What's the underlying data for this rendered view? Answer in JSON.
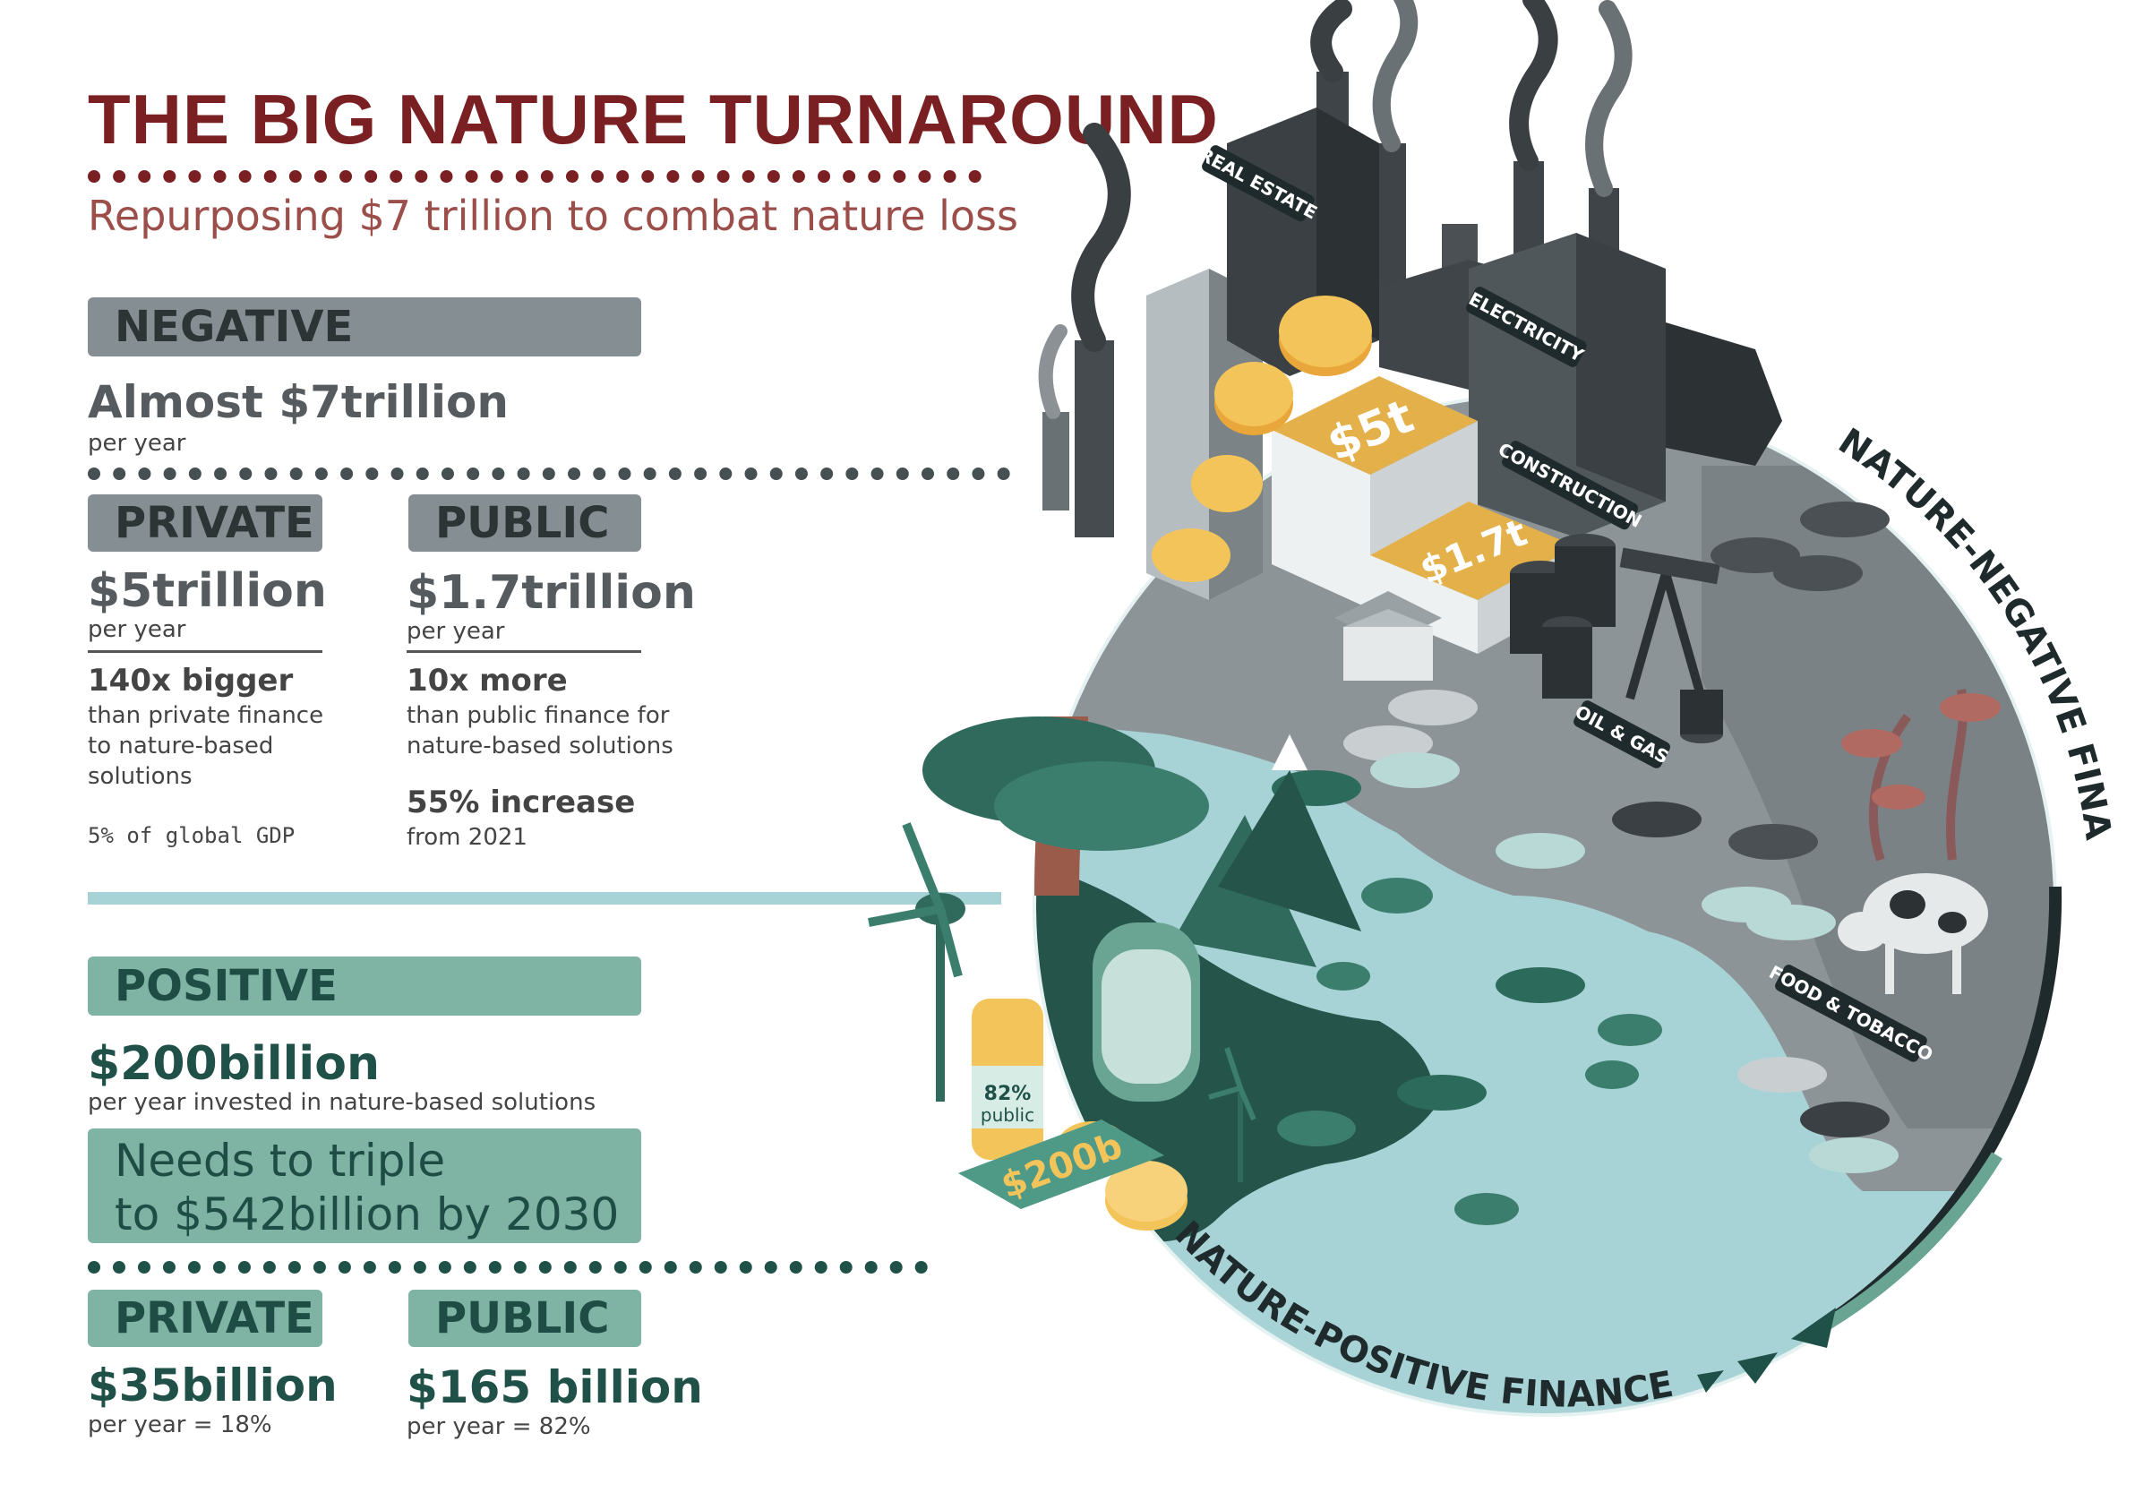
{
  "header": {
    "title": "THE BIG NATURE TURNAROUND",
    "subtitle": "Repurposing $7 trillion to combat nature loss"
  },
  "negative": {
    "label": "NEGATIVE",
    "total": "Almost $7trillion",
    "total_unit": "per year",
    "private": {
      "label": "PRIVATE",
      "amount": "$5trillion",
      "unit": "per year",
      "compare_head": "140x bigger",
      "compare_lines": [
        "than private finance",
        "to nature-based",
        "solutions"
      ],
      "note": "5% of global GDP"
    },
    "public": {
      "label": "PUBLIC",
      "amount": "$1.7trillion",
      "unit": "per year",
      "compare_head": "10x more",
      "compare_lines": [
        "than public finance for",
        "nature-based solutions"
      ],
      "increase_head": "55% increase",
      "increase_sub": "from 2021"
    }
  },
  "positive": {
    "label": "POSITIVE",
    "total": "$200billion",
    "total_unit": "per year invested in nature-based solutions",
    "needs_line1": "Needs to triple",
    "needs_line2": "to $542billion by 2030",
    "private": {
      "label": "PRIVATE",
      "amount": "$35billion",
      "unit": "per year = 18%"
    },
    "public": {
      "label": "PUBLIC",
      "amount": "$165 billion",
      "unit": "per year = 82%"
    }
  },
  "illustration": {
    "sectors": [
      "REAL ESTATE",
      "ELECTRICITY",
      "CONSTRUCTION",
      "OIL & GAS",
      "FOOD & TOBACCO"
    ],
    "stack_private": "$5t",
    "stack_public": "$1.7t",
    "stack_positive": "$200b",
    "jar_label_pct": "82%",
    "jar_label_word": "public",
    "arc_negative": "NATURE-NEGATIVE FINANCE",
    "arc_positive": "NATURE-POSITIVE FINANCE"
  },
  "colors": {
    "title": "#7a1f22",
    "negative_band": "#858f93",
    "positive_band": "#7fb3a4",
    "water": "#a8d3d6",
    "dark_green": "#1f5148"
  }
}
